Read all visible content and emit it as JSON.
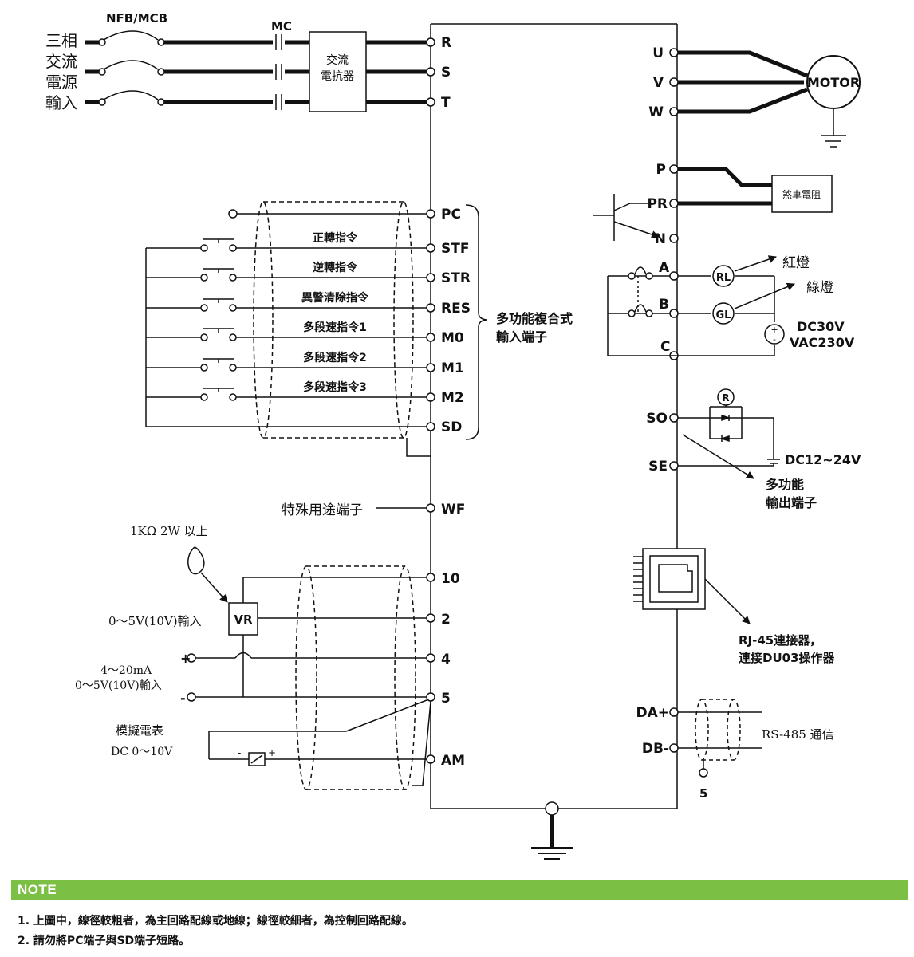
{
  "power": {
    "input_label": [
      "三相",
      "交流",
      "電源",
      "輸入"
    ],
    "breaker": "NFB/MCB",
    "contactor": "MC",
    "reactor": [
      "交流",
      "電抗器"
    ]
  },
  "terminals": {
    "main_in": [
      "R",
      "S",
      "T"
    ],
    "motor_out": [
      "U",
      "V",
      "W"
    ],
    "brake": [
      "P",
      "PR",
      "N"
    ],
    "relay": [
      "A",
      "B",
      "C"
    ],
    "inputs": [
      "PC",
      "STF",
      "STR",
      "RES",
      "M0",
      "M1",
      "M2",
      "SD"
    ],
    "special": "WF",
    "analog": [
      "10",
      "2",
      "4",
      "5",
      "AM"
    ],
    "output": [
      "SO",
      "SE"
    ],
    "comm": [
      "DA+",
      "DB-"
    ],
    "comm_ground": "5"
  },
  "motor": "MOTOR",
  "brake_resistor": "煞車電阻",
  "input_commands": [
    "正轉指令",
    "逆轉指令",
    "異警清除指令",
    "多段速指令1",
    "多段速指令2",
    "多段速指令3"
  ],
  "multi_input_label": [
    "多功能複合式",
    "輸入端子"
  ],
  "special_label": "特殊用途端子",
  "lamps": {
    "rl_symbol": "RL",
    "gl_symbol": "GL",
    "red": "紅燈",
    "green": "綠燈",
    "supply": [
      "DC30V",
      "VAC230V"
    ]
  },
  "output_block": {
    "r_symbol": "R",
    "supply": "DC12~24V",
    "label": [
      "多功能",
      "輸出端子"
    ]
  },
  "analog_block": {
    "pot_spec": "1KΩ 2W 以上",
    "vr": "VR",
    "voltage_input": "0～5V(10V)輸入",
    "current_input": [
      "4～20mA",
      "0～5V(10V)輸入"
    ],
    "plus": "+",
    "minus": "-",
    "meter": [
      "模擬電表",
      "DC 0～10V"
    ]
  },
  "rj45_label": [
    "RJ-45連接器，",
    "連接DU03操作器"
  ],
  "rs485_label": "RS-485 通信",
  "note": {
    "title": "NOTE",
    "lines": [
      "1. 上圖中，線徑較粗者，為主回路配線或地線；線徑較細者，為控制回路配線。",
      "2. 請勿將PC端子與SD端子短路。"
    ]
  }
}
